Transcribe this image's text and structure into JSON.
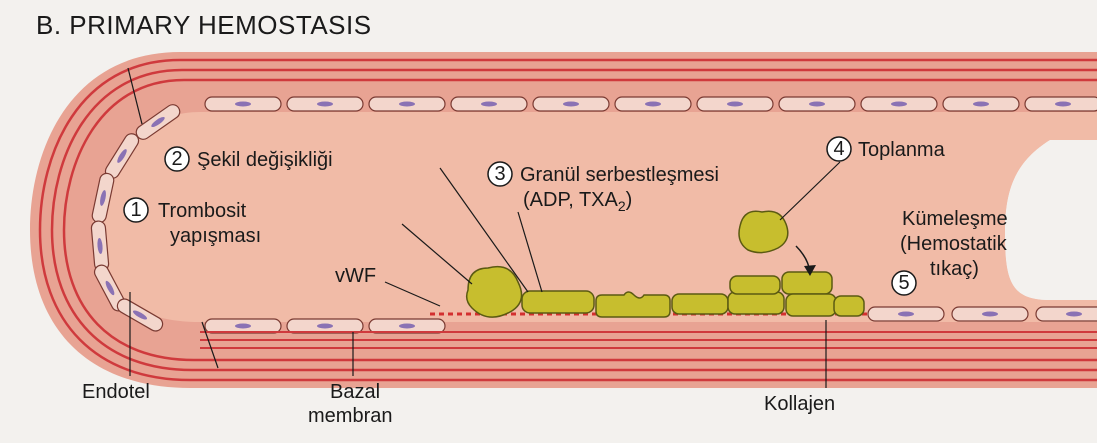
{
  "title": "B. PRIMARY HEMOSTASIS",
  "steps": [
    {
      "num": "1",
      "line1": "Trombosit",
      "line2": "yapışması"
    },
    {
      "num": "2",
      "line1": "Şekil değişikliği"
    },
    {
      "num": "3",
      "line1": "Granül serbestleşmesi",
      "line2": "(ADP, TXA",
      "line2_sub": "2",
      "line2_end": ")"
    },
    {
      "num": "4",
      "line1": "Toplanma"
    },
    {
      "num": "5",
      "line1": "Kümeleşme",
      "line2": "(Hemostatik",
      "line3": "tıkaç)"
    }
  ],
  "labels": {
    "vwf": "vWF",
    "endothelium": "Endotel",
    "basement_line1": "Bazal",
    "basement_line2": "membran",
    "collagen": "Kollajen"
  },
  "colors": {
    "vessel_wall": "#e8a393",
    "lumen": "#f1bba7",
    "red_line": "#cf3a3d",
    "endothelial_cell": "#f3d6cc",
    "nucleus": "#8a72b4",
    "platelet": "#c7be2e",
    "platelet_outline": "#5b5a12",
    "vwf_dots": "#d32f2f"
  }
}
